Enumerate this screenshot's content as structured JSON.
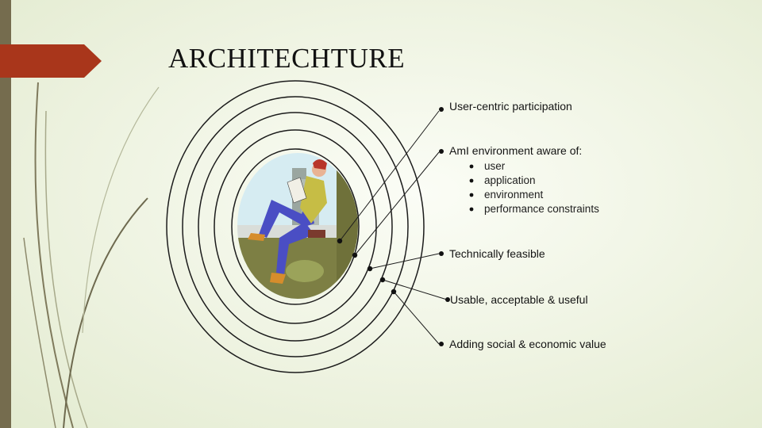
{
  "slide": {
    "title": "ARCHITECHTURE"
  },
  "diagram": {
    "labels": [
      "User-centric participation",
      "AmI environment aware of:",
      "Technically feasible",
      "Usable, acceptable & useful",
      "Adding social & economic value"
    ],
    "aware_of_items": [
      "user",
      "application",
      "environment",
      "performance constraints"
    ]
  },
  "colors": {
    "left_bar": "#756c4e",
    "title_arrow": "#a9361b",
    "background": "#eef3e1"
  }
}
